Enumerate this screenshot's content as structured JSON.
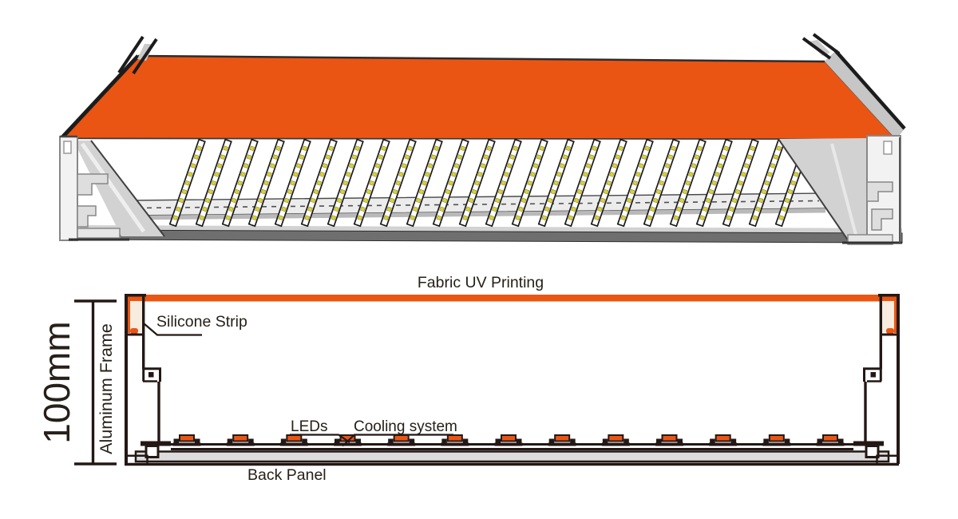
{
  "colors": {
    "orange": "#EA5514",
    "line_dark": "#231815",
    "silicone_cream": "#F8ECDE",
    "led_yellow": "#D9D335",
    "panel_gray": "#DCDCDC",
    "wall_gray": "#D2D2D2",
    "front_bar_gray": "#6F6F6F"
  },
  "perspective_view": {
    "led_strip_count": 24,
    "leds_per_strip": 9
  },
  "cross_section": {
    "led_module_count": 13,
    "labels": {
      "fabric": "Fabric UV Printing",
      "silicone": "Silicone Strip",
      "aluminum_frame": "Aluminum Frame",
      "height": "100mm",
      "leds": "LEDs",
      "cooling": "Cooling system",
      "back_panel": "Back Panel"
    }
  }
}
